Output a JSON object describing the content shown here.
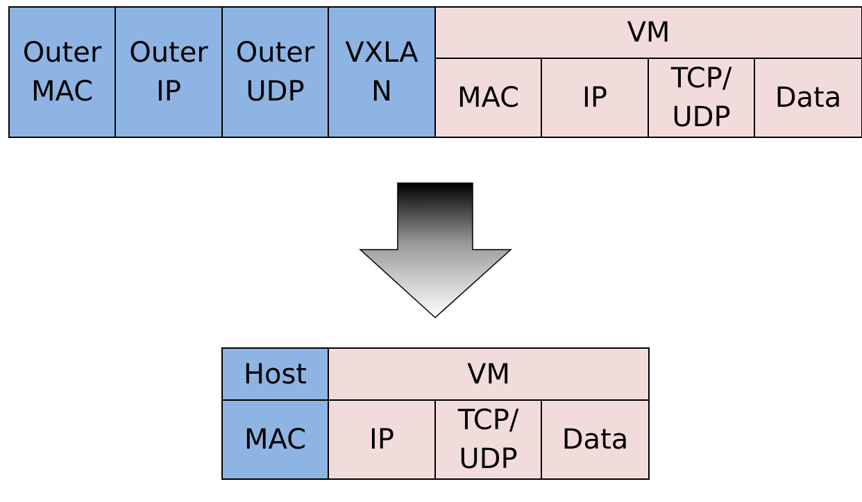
{
  "encapsulated_packet": {
    "outer_mac": "Outer\nMAC",
    "outer_ip": "Outer\nIP",
    "outer_udp": "Outer\nUDP",
    "vxlan": "VXLA\nN",
    "vm_group": "VM",
    "vm_mac": "MAC",
    "vm_ip": "IP",
    "vm_tcp_udp": "TCP/\nUDP",
    "vm_data": "Data"
  },
  "decapsulated_packet": {
    "host_group": "Host",
    "host_mac": "MAC",
    "vm_group": "VM",
    "vm_ip": "IP",
    "vm_tcp_udp": "TCP/\nUDP",
    "vm_data": "Data"
  },
  "colors": {
    "outer_header_blue": "#8eb4e3",
    "vm_payload_pink": "#f2dcdb",
    "border": "#000000"
  },
  "icons": {
    "arrow": "down-arrow-icon"
  }
}
